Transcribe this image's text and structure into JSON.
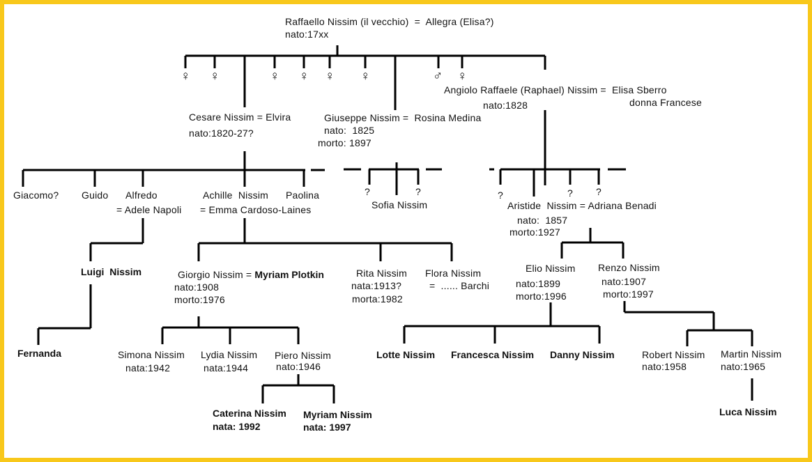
{
  "colors": {
    "frame": "#f8c81b",
    "lines": "#000000",
    "text": "#111111"
  },
  "tree": {
    "root": {
      "line1": "Raffaello Nissim (il vecchio)  =  Allegra (Elisa?)",
      "line2": "nato:17xx"
    },
    "gen1_symbols": [
      "♀",
      "♀",
      "♀",
      "♀",
      "♀",
      "♀",
      "♂",
      "♀"
    ],
    "cesare": {
      "line1": "Cesare Nissim = Elvira",
      "line2": "nato:1820-27?"
    },
    "giuseppe": {
      "line1": "Giuseppe Nissim =  Rosina Medina",
      "line2": "nato:  1825",
      "line3": "morto: 1897"
    },
    "angiolo": {
      "line1": "Angiolo Raffaele (Raphael) Nissim =  Elisa Sberro",
      "line2": "nato:1828",
      "spouse_note": "donna Francese"
    },
    "giacomo": "Giacomo?",
    "guido": "Guido",
    "alfredo": {
      "line1": "Alfredo",
      "line2": "= Adele Napoli"
    },
    "achille": {
      "line1": "Achille  Nissim",
      "line2": "= Emma Cardoso-Laines"
    },
    "paolina": "Paolina",
    "giuseppe_unknown": [
      "?",
      "?"
    ],
    "sofia": "Sofia Nissim",
    "angiolo_unknown": [
      "?",
      "?",
      "?"
    ],
    "aristide": {
      "line1": "Aristide  Nissim = Adriana Benadi",
      "line2": "nato:  1857",
      "line3": "morto:1927"
    },
    "luigi": "Luigi  Nissim",
    "fernanda": "Fernanda",
    "giorgio": {
      "line1": "Giorgio Nissim = ",
      "spouse": "Myriam Plotkin",
      "line2": "nato:1908",
      "line3": "morto:1976"
    },
    "rita": {
      "line1": "Rita Nissim",
      "line2": "nata:1913?",
      "line3": "morta:1982"
    },
    "flora": {
      "line1": "Flora Nissim",
      "line2": "=  ...... Barchi"
    },
    "elio": {
      "line1": "Elio Nissim",
      "line2": "nato:1899",
      "line3": "morto:1996"
    },
    "renzo": {
      "line1": "Renzo Nissim",
      "line2": "nato:1907",
      "line3": "morto:1997"
    },
    "simona": {
      "line1": "Simona Nissim",
      "line2": "nata:1942"
    },
    "lydia": {
      "line1": "Lydia Nissim",
      "line2": "nata:1944"
    },
    "piero": {
      "line1": "Piero Nissim",
      "line2": "nato:1946"
    },
    "caterina": {
      "line1": "Caterina Nissim",
      "line2": "nata: 1992"
    },
    "myriam2": {
      "line1": "Myriam Nissim",
      "line2": "nata: 1997"
    },
    "lotte": "Lotte Nissim",
    "francesca": "Francesca Nissim",
    "danny": "Danny Nissim",
    "robert": {
      "line1": "Robert Nissim",
      "line2": "nato:1958"
    },
    "martin": {
      "line1": "Martin Nissim",
      "line2": "nato:1965"
    },
    "luca": "Luca Nissim"
  }
}
